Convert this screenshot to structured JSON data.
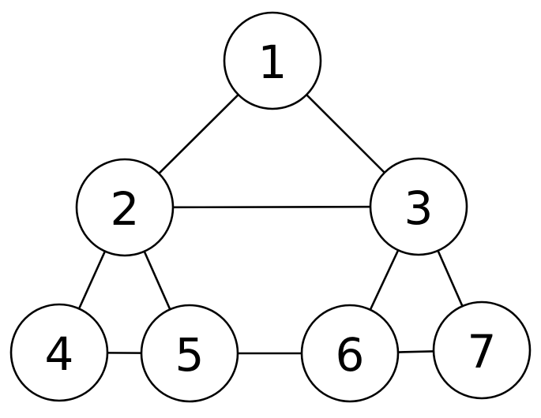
{
  "graph": {
    "nodes": [
      {
        "id": "1",
        "label": "1"
      },
      {
        "id": "2",
        "label": "2"
      },
      {
        "id": "3",
        "label": "3"
      },
      {
        "id": "4",
        "label": "4"
      },
      {
        "id": "5",
        "label": "5"
      },
      {
        "id": "6",
        "label": "6"
      },
      {
        "id": "7",
        "label": "7"
      }
    ],
    "edges": [
      {
        "from": "1",
        "to": "2"
      },
      {
        "from": "1",
        "to": "3"
      },
      {
        "from": "2",
        "to": "3"
      },
      {
        "from": "2",
        "to": "4"
      },
      {
        "from": "2",
        "to": "5"
      },
      {
        "from": "3",
        "to": "6"
      },
      {
        "from": "3",
        "to": "7"
      },
      {
        "from": "4",
        "to": "5"
      },
      {
        "from": "5",
        "to": "6"
      },
      {
        "from": "6",
        "to": "7"
      }
    ]
  },
  "colors": {
    "stroke": "#000000",
    "node_fill": "#ffffff",
    "background": "#ffffff"
  }
}
